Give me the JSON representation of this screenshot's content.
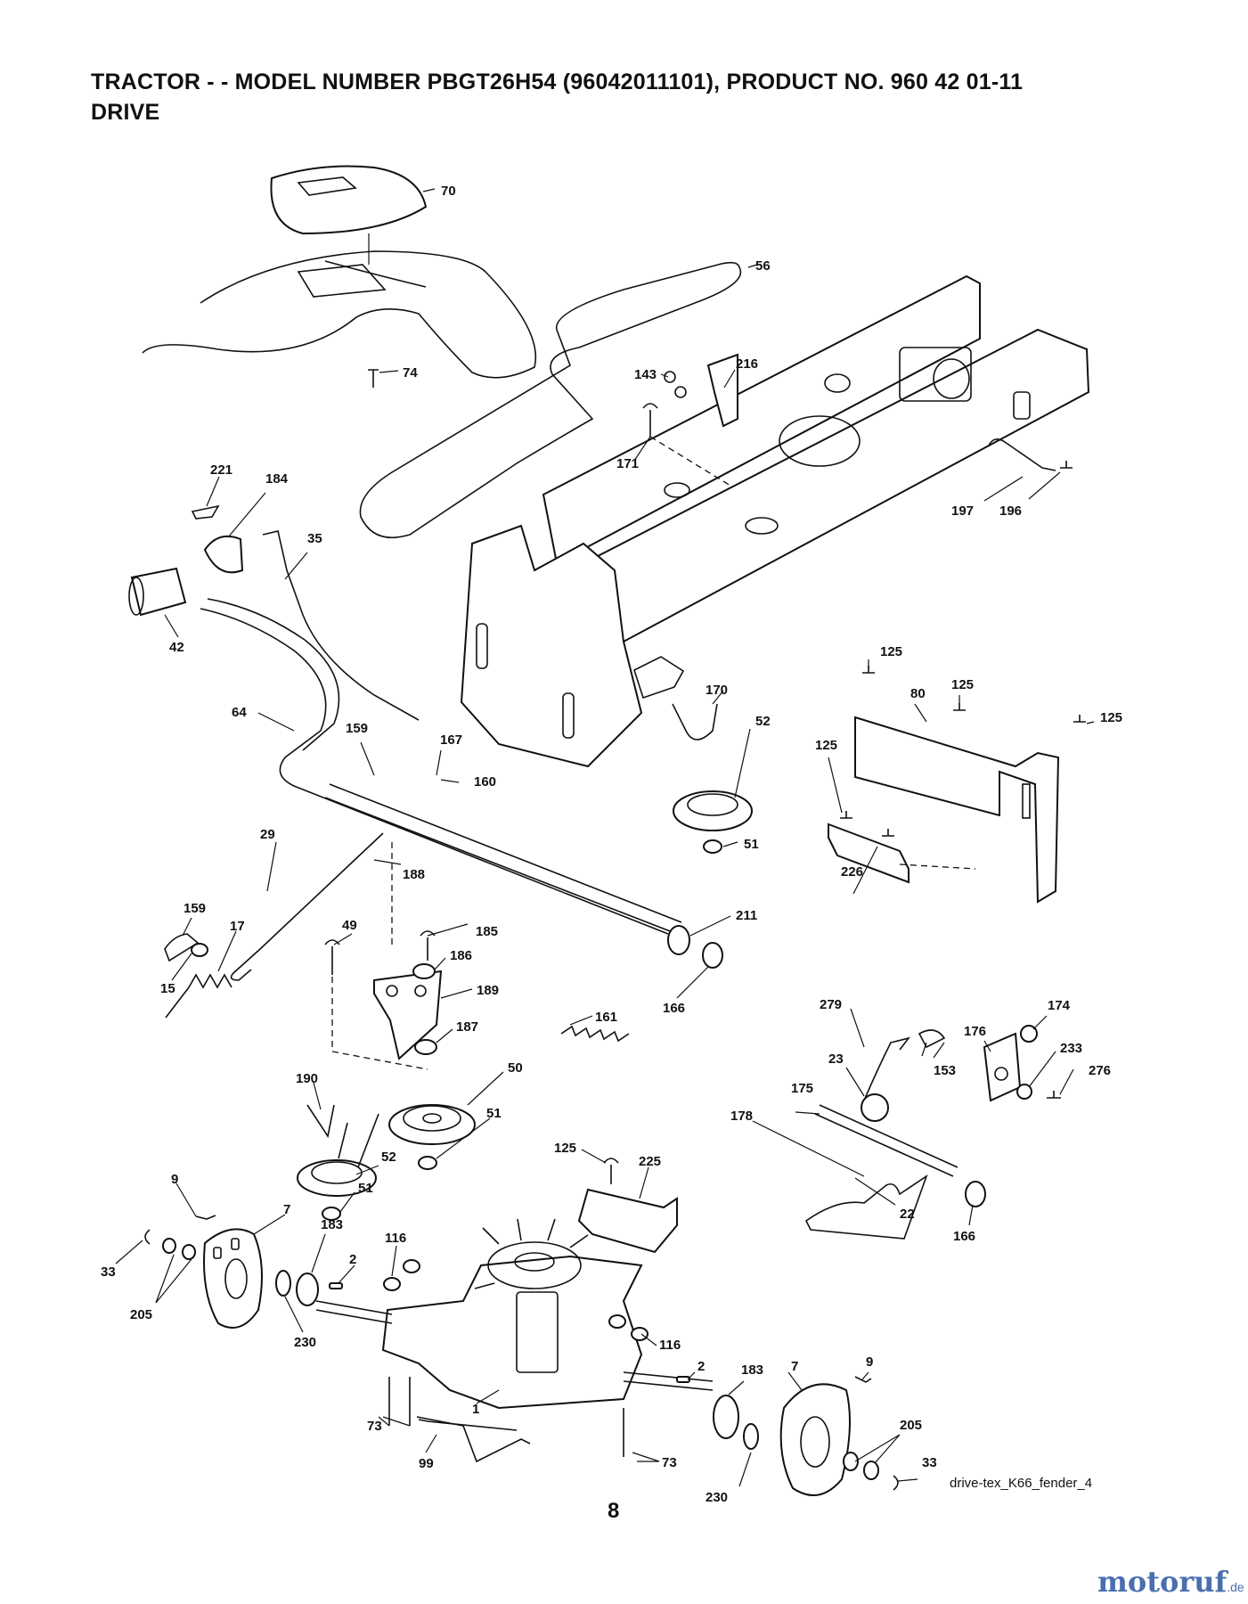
{
  "header": {
    "title": "TRACTOR - - MODEL NUMBER PBGT26H54 (96042011101), PRODUCT NO. 960 42 01-11",
    "section": "DRIVE"
  },
  "footer": {
    "file_name": "drive-tex_K66_fender_4",
    "page_number": "8"
  },
  "watermark": {
    "text_main": "motoruf",
    "text_tld": ".de",
    "color_main": "#4a6fae",
    "color_accent": "#e07a1a"
  },
  "labels": [
    {
      "id": "l70",
      "text": "70"
    },
    {
      "id": "l56",
      "text": "56"
    },
    {
      "id": "l74",
      "text": "74"
    },
    {
      "id": "l143",
      "text": "143"
    },
    {
      "id": "l216",
      "text": "216"
    },
    {
      "id": "l171",
      "text": "171"
    },
    {
      "id": "l197",
      "text": "197"
    },
    {
      "id": "l196",
      "text": "196"
    },
    {
      "id": "l221",
      "text": "221"
    },
    {
      "id": "l184",
      "text": "184"
    },
    {
      "id": "l35",
      "text": "35"
    },
    {
      "id": "l42",
      "text": "42"
    },
    {
      "id": "l64",
      "text": "64"
    },
    {
      "id": "l159a",
      "text": "159"
    },
    {
      "id": "l167",
      "text": "167"
    },
    {
      "id": "l160",
      "text": "160"
    },
    {
      "id": "l170",
      "text": "170"
    },
    {
      "id": "l52a",
      "text": "52"
    },
    {
      "id": "l51a",
      "text": "51"
    },
    {
      "id": "l125a",
      "text": "125"
    },
    {
      "id": "l80",
      "text": "80"
    },
    {
      "id": "l125b",
      "text": "125"
    },
    {
      "id": "l125c",
      "text": "125"
    },
    {
      "id": "l125d",
      "text": "125"
    },
    {
      "id": "l226",
      "text": "226"
    },
    {
      "id": "l29",
      "text": "29"
    },
    {
      "id": "l188",
      "text": "188"
    },
    {
      "id": "l159b",
      "text": "159"
    },
    {
      "id": "l17",
      "text": "17"
    },
    {
      "id": "l15",
      "text": "15"
    },
    {
      "id": "l49",
      "text": "49"
    },
    {
      "id": "l185",
      "text": "185"
    },
    {
      "id": "l186",
      "text": "186"
    },
    {
      "id": "l189",
      "text": "189"
    },
    {
      "id": "l187",
      "text": "187"
    },
    {
      "id": "l211",
      "text": "211"
    },
    {
      "id": "l166a",
      "text": "166"
    },
    {
      "id": "l161",
      "text": "161"
    },
    {
      "id": "l279",
      "text": "279"
    },
    {
      "id": "l153",
      "text": "153"
    },
    {
      "id": "l176",
      "text": "176"
    },
    {
      "id": "l174",
      "text": "174"
    },
    {
      "id": "l233",
      "text": "233"
    },
    {
      "id": "l276",
      "text": "276"
    },
    {
      "id": "l23",
      "text": "23"
    },
    {
      "id": "l175",
      "text": "175"
    },
    {
      "id": "l178",
      "text": "178"
    },
    {
      "id": "l22",
      "text": "22"
    },
    {
      "id": "l166b",
      "text": "166"
    },
    {
      "id": "l190",
      "text": "190"
    },
    {
      "id": "l50",
      "text": "50"
    },
    {
      "id": "l51b",
      "text": "51"
    },
    {
      "id": "l52b",
      "text": "52"
    },
    {
      "id": "l51c",
      "text": "51"
    },
    {
      "id": "l125e",
      "text": "125"
    },
    {
      "id": "l225",
      "text": "225"
    },
    {
      "id": "l9a",
      "text": "9"
    },
    {
      "id": "l7a",
      "text": "7"
    },
    {
      "id": "l183a",
      "text": "183"
    },
    {
      "id": "l2a",
      "text": "2"
    },
    {
      "id": "l116a",
      "text": "116"
    },
    {
      "id": "l33a",
      "text": "33"
    },
    {
      "id": "l205a",
      "text": "205"
    },
    {
      "id": "l230a",
      "text": "230"
    },
    {
      "id": "l116b",
      "text": "116"
    },
    {
      "id": "l2b",
      "text": "2"
    },
    {
      "id": "l183b",
      "text": "183"
    },
    {
      "id": "l7b",
      "text": "7"
    },
    {
      "id": "l9b",
      "text": "9"
    },
    {
      "id": "l1",
      "text": "1"
    },
    {
      "id": "l73a",
      "text": "73"
    },
    {
      "id": "l99",
      "text": "99"
    },
    {
      "id": "l73b",
      "text": "73"
    },
    {
      "id": "l205b",
      "text": "205"
    },
    {
      "id": "l33b",
      "text": "33"
    },
    {
      "id": "l230b",
      "text": "230"
    }
  ]
}
